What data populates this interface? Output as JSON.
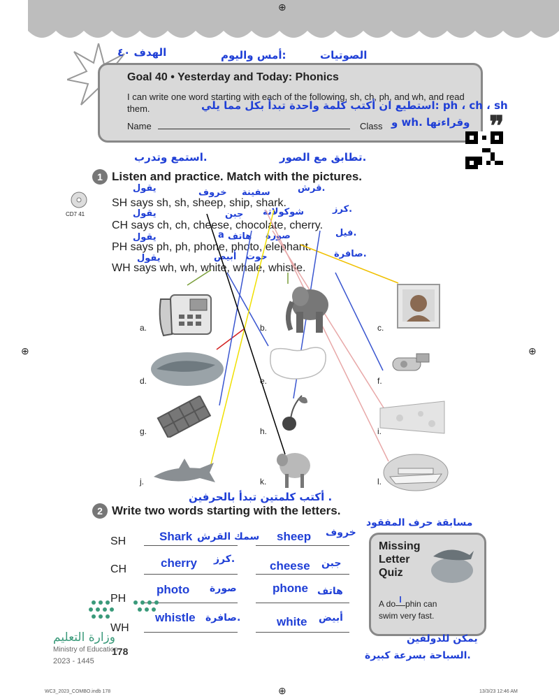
{
  "header": {
    "arabic_title_goal": "الهدف ٤٠",
    "arabic_title_topic": "أمس واليوم:",
    "arabic_title_phonics": "الصوتيات"
  },
  "goal": {
    "title": "Goal 40 • Yesterday and Today: Phonics",
    "desc": "I can write one word starting with each of the following, sh, ch, ph, and wh, and read them.",
    "arabic_overlay_1": "استطيع ان أكتب كلمة واحدة تبدأ بكل مما يلي: ph ، ch ، sh",
    "arabic_overlay_2": "و wh. وقراءتها",
    "name_label": "Name",
    "class_label": "Class"
  },
  "section1": {
    "number": "1",
    "arabic_overlay_left": "استمع وتدرب.",
    "arabic_overlay_right": "تطابق مع الصور.",
    "instruction": "Listen and practice. Match with the pictures.",
    "cd_label": "CD7 41",
    "lines": [
      "SH says sh, sh, sheep, ship, shark.",
      "CH says ch, ch, cheese, chocolate, cherry.",
      "PH says ph, ph, phone, photo, elephant.",
      "WH says wh, wh, white, whale, whistle."
    ],
    "annotations": {
      "says": "يقول",
      "sheep": "خروف",
      "ship": "سفينة",
      "shark": "قرش.",
      "cheese": "جبن",
      "chocolate": "شوكولاتة",
      "cherry": "كرز.",
      "phone": "هاتف",
      "phone_letter": "a",
      "photo": "صورة",
      "elephant": "فيل.",
      "white": "أبيض",
      "whale": "حوت",
      "whistle": "صافرة."
    },
    "pictures": [
      {
        "label": "a.",
        "item": "phone-icon"
      },
      {
        "label": "b.",
        "item": "elephant-icon"
      },
      {
        "label": "c.",
        "item": "photo-icon"
      },
      {
        "label": "d.",
        "item": "whale-icon"
      },
      {
        "label": "e.",
        "item": "white-shape-icon"
      },
      {
        "label": "f.",
        "item": "whistle-icon"
      },
      {
        "label": "g.",
        "item": "chocolate-icon"
      },
      {
        "label": "h.",
        "item": "cherry-icon"
      },
      {
        "label": "i.",
        "item": "cheese-icon"
      },
      {
        "label": "j.",
        "item": "shark-icon"
      },
      {
        "label": "k.",
        "item": "sheep-icon"
      },
      {
        "label": "l.",
        "item": "ship-icon"
      }
    ]
  },
  "section2": {
    "number": "2",
    "arabic_overlay": "أكتب كلمتين تبدأ بالحرفين .",
    "instruction": "Write two words starting with the letters.",
    "rows": [
      {
        "label": "SH",
        "w1": "Shark",
        "a1": "سمك القرش",
        "w2": "sheep",
        "a2": "خروف"
      },
      {
        "label": "CH",
        "w1": "cherry",
        "a1": "كرز.",
        "w2": "cheese",
        "a2": "جبن"
      },
      {
        "label": "PH",
        "w1": "photo",
        "a1": "صورة",
        "w2": "phone",
        "a2": "هاتف"
      },
      {
        "label": "WH",
        "w1": "whistle",
        "a1": "صافرة.",
        "w2": "white",
        "a2": "أبيض"
      }
    ]
  },
  "quiz": {
    "arabic_title": "مسابقة حرف المفقود",
    "title_line1": "Missing",
    "title_line2": "Letter",
    "title_line3": "Quiz",
    "sentence_pre": "A do",
    "missing": "l",
    "sentence_post": "phin can",
    "sentence_line2": "swim very fast.",
    "arabic_answer_1": "يمكن للدولفين",
    "arabic_answer_2": "السباحة بسرعة كبيرة."
  },
  "footer": {
    "ministry_ar": "وزارة التعليم",
    "ministry_en": "Ministry of Education",
    "year": "2023 - 1445",
    "page": "178",
    "file": "WC3_2023_COMBO.indb 178",
    "stamp": "13/3/23 12:46 AM"
  },
  "colors": {
    "ink_blue": "#1f3fd6",
    "box_gray": "#d9d9d9",
    "border_gray": "#888888"
  }
}
